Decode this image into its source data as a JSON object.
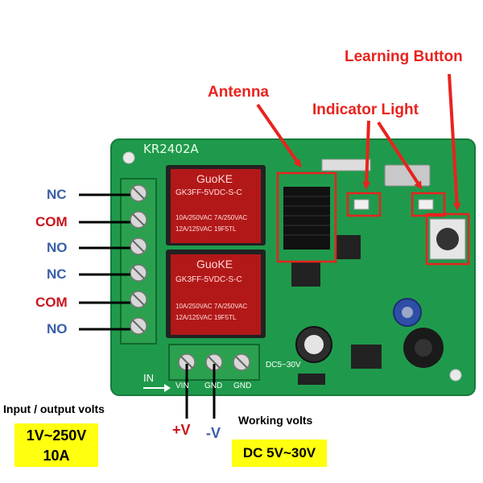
{
  "callouts": {
    "learning_button": "Learning Button",
    "antenna": "Antenna",
    "indicator_light": "Indicator Light"
  },
  "terminals": [
    {
      "label": "NC",
      "tone": "blue"
    },
    {
      "label": "COM",
      "tone": "red"
    },
    {
      "label": "NO",
      "tone": "blue"
    },
    {
      "label": "NC",
      "tone": "blue"
    },
    {
      "label": "COM",
      "tone": "red"
    },
    {
      "label": "NO",
      "tone": "blue"
    }
  ],
  "board": {
    "model": "KR2402A",
    "relay_brand": "GuoKE",
    "relay_part": "GK3FF-5VDC-S-C",
    "relay_spec_line1": "10A/250VAC  7A/250VAC",
    "relay_spec_line2": "12A/125VAC   19F5TL",
    "input_marking": "IN",
    "vin_marking": "VIN",
    "gnd_marking": "GND",
    "dc_marking": "DC5~30V"
  },
  "power": {
    "plus": "+V",
    "minus": "-V"
  },
  "specs": {
    "io_title": "Input / output volts",
    "io_voltage": "1V~250V",
    "io_current": "10A",
    "working_title": "Working volts",
    "working_value": "DC 5V~30V"
  },
  "colors": {
    "callout_red": "#e8231e",
    "terminal_blue": "#3a5fa8",
    "terminal_red": "#c8141e",
    "pcb_green": "#1f9a4c",
    "spec_box_yellow": "#ffff10"
  }
}
